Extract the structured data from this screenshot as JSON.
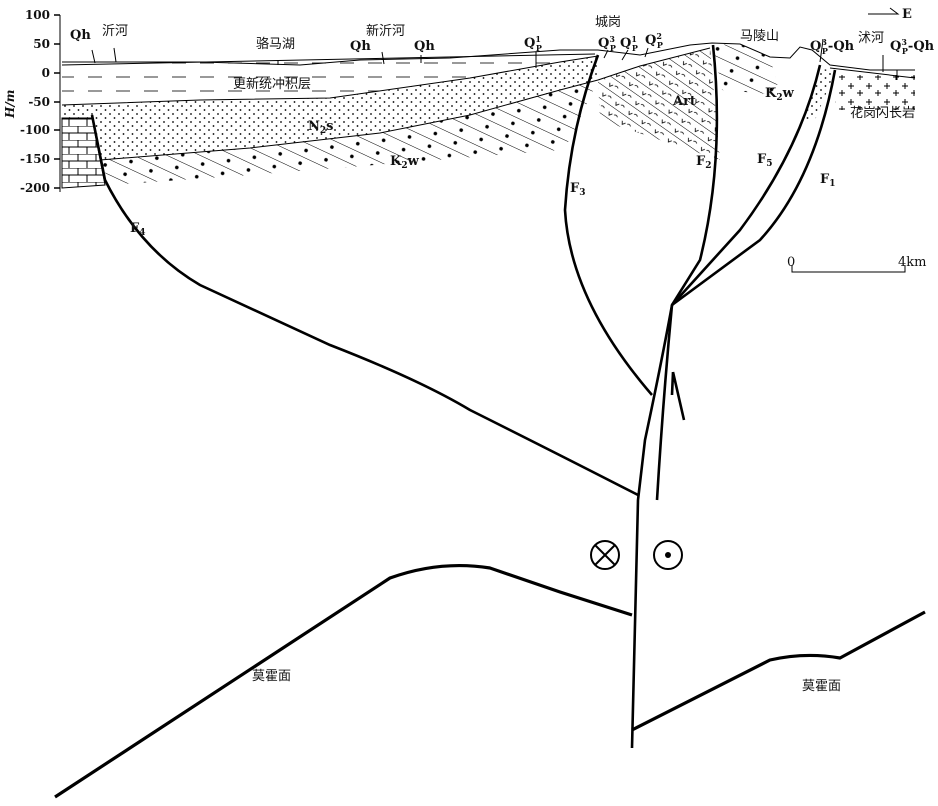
{
  "axis": {
    "label": "H/m",
    "ticks": [
      "100",
      "50",
      "0",
      "-50",
      "-100",
      "-150",
      "-200"
    ]
  },
  "direction": "E",
  "places": {
    "yihe": "沂河",
    "luomahu": "骆马湖",
    "xinyihe": "新沂河",
    "chenggang": "城岗",
    "malingshan": "马陵山",
    "shuhe": "沭河"
  },
  "units": {
    "qh": "Qh",
    "pleistocene": "更新统冲积层",
    "n2s": {
      "base": "N",
      "sub": "2",
      "rest": "s"
    },
    "k2w": {
      "base": "K",
      "sub": "2",
      "rest": "w"
    },
    "art": "Art",
    "granodiorite": "花岗闪长岩",
    "qp1": {
      "base": "Q",
      "sub": "P",
      "sup": "1"
    },
    "qp2": {
      "base": "Q",
      "sub": "P",
      "sup": "2"
    },
    "qp3": {
      "base": "Q",
      "sub": "P",
      "sup": "3"
    },
    "qp3qh": {
      "base": "Q",
      "sub": "P",
      "sup": "3",
      "rest": "-Qh"
    }
  },
  "faults": {
    "f1": {
      "base": "F",
      "sub": "1"
    },
    "f2": {
      "base": "F",
      "sub": "2"
    },
    "f3": {
      "base": "F",
      "sub": "3"
    },
    "f4": {
      "base": "F",
      "sub": "4"
    },
    "f5": {
      "base": "F",
      "sub": "5"
    }
  },
  "scale": {
    "start": "0",
    "end": "4km"
  },
  "moho": {
    "left": "莫霍面",
    "right": "莫霍面"
  }
}
